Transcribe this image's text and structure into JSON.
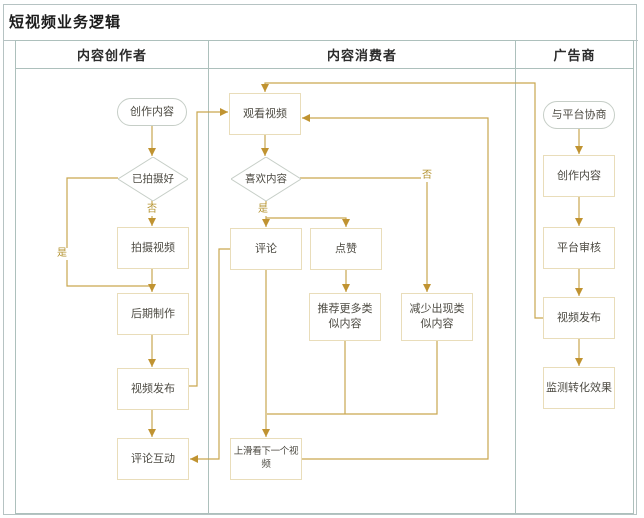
{
  "app": {
    "title": "短视频业务逻辑"
  },
  "lanes": [
    {
      "label": "内容创作者"
    },
    {
      "label": "内容消费者"
    },
    {
      "label": "广告商"
    }
  ],
  "nodes": {
    "creator_start": {
      "label": "创作内容",
      "type": "start"
    },
    "shot_decision": {
      "label": "已拍摄好",
      "type": "decision"
    },
    "shoot_video": {
      "label": "拍摄视频",
      "type": "process"
    },
    "post_production": {
      "label": "后期制作",
      "type": "process"
    },
    "creator_publish": {
      "label": "视频发布",
      "type": "process"
    },
    "comment_interact": {
      "label": "评论互动",
      "type": "process"
    },
    "watch_video": {
      "label": "观看视频",
      "type": "process"
    },
    "like_decision": {
      "label": "喜欢内容",
      "type": "decision"
    },
    "comment": {
      "label": "评论",
      "type": "process"
    },
    "like": {
      "label": "点赞",
      "type": "process"
    },
    "recommend_similar": {
      "label": "推荐更多类似内容",
      "type": "process"
    },
    "reduce_similar": {
      "label": "减少出现类似内容",
      "type": "process"
    },
    "swipe_next": {
      "label": "上滑看下一个视频",
      "type": "process"
    },
    "ad_start": {
      "label": "与平台协商",
      "type": "start"
    },
    "ad_create": {
      "label": "创作内容",
      "type": "process"
    },
    "ad_review": {
      "label": "平台审核",
      "type": "process"
    },
    "ad_publish": {
      "label": "视频发布",
      "type": "process"
    },
    "ad_monitor": {
      "label": "监测转化效果",
      "type": "process"
    }
  },
  "edge_labels": {
    "creator_no": "否",
    "creator_yes": "是",
    "consumer_yes": "是",
    "consumer_no": "否"
  },
  "edges": [
    {
      "from": "creator_start",
      "to": "shot_decision",
      "label": ""
    },
    {
      "from": "shot_decision",
      "to": "shoot_video",
      "label": "否"
    },
    {
      "from": "shot_decision",
      "to": "post_production",
      "label": "是"
    },
    {
      "from": "shoot_video",
      "to": "post_production",
      "label": ""
    },
    {
      "from": "post_production",
      "to": "creator_publish",
      "label": ""
    },
    {
      "from": "creator_publish",
      "to": "comment_interact",
      "label": ""
    },
    {
      "from": "creator_publish",
      "to": "watch_video",
      "label": ""
    },
    {
      "from": "watch_video",
      "to": "like_decision",
      "label": ""
    },
    {
      "from": "like_decision",
      "to": "comment",
      "label": "是"
    },
    {
      "from": "like_decision",
      "to": "like",
      "label": "是"
    },
    {
      "from": "like_decision",
      "to": "reduce_similar",
      "label": "否"
    },
    {
      "from": "like",
      "to": "recommend_similar",
      "label": ""
    },
    {
      "from": "comment",
      "to": "comment_interact",
      "label": ""
    },
    {
      "from": "comment",
      "to": "swipe_next",
      "label": ""
    },
    {
      "from": "recommend_similar",
      "to": "swipe_next",
      "label": ""
    },
    {
      "from": "reduce_similar",
      "to": "swipe_next",
      "label": ""
    },
    {
      "from": "swipe_next",
      "to": "watch_video",
      "label": ""
    },
    {
      "from": "ad_start",
      "to": "ad_create",
      "label": ""
    },
    {
      "from": "ad_create",
      "to": "ad_review",
      "label": ""
    },
    {
      "from": "ad_review",
      "to": "ad_publish",
      "label": ""
    },
    {
      "from": "ad_publish",
      "to": "ad_monitor",
      "label": ""
    },
    {
      "from": "ad_publish",
      "to": "watch_video",
      "label": ""
    }
  ],
  "colors": {
    "connector": "#c9a74f",
    "arrow": "#c09331",
    "process_border": "#e9ddba",
    "shape_border": "#c6cec7",
    "lane_line": "#adc0bc",
    "page_border": "#b6c3c3"
  }
}
